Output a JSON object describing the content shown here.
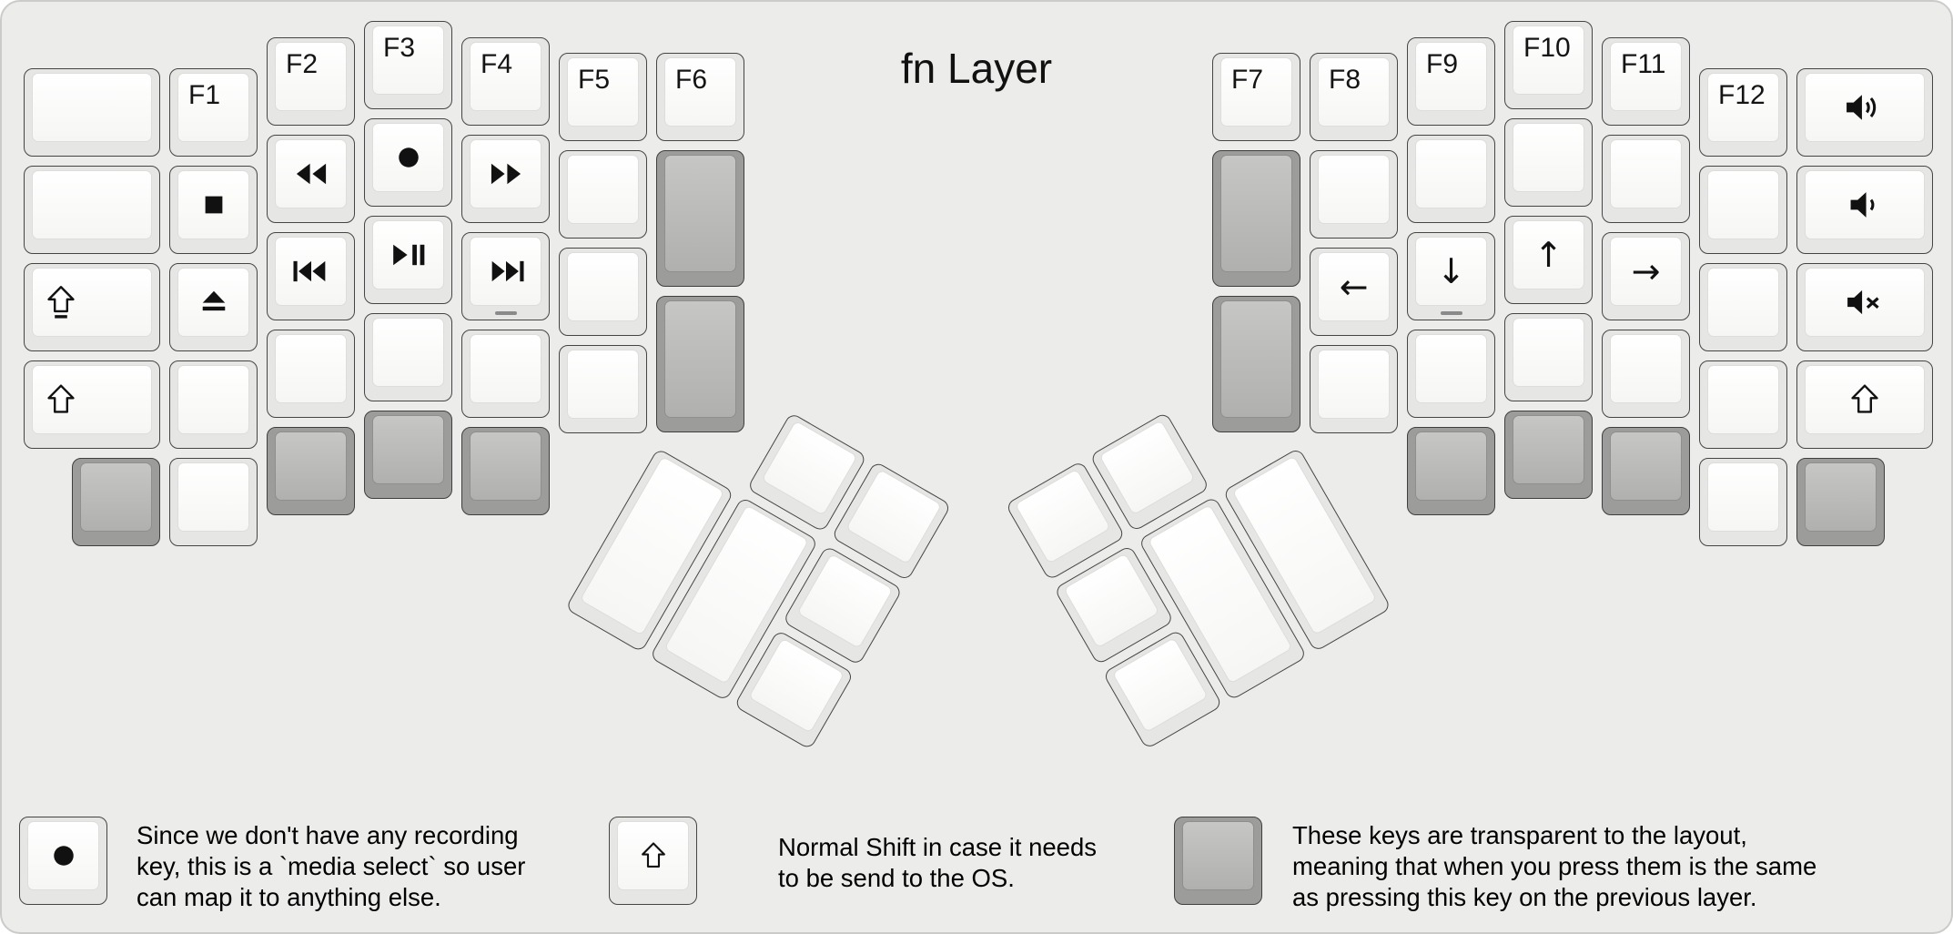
{
  "title": "fn Layer",
  "colors": {
    "background": "#ECECEB",
    "key_white_base": "#E6E6E4",
    "key_white_face": "#FFFFFF",
    "key_gray_base": "#9C9C9A",
    "key_gray_face": "#BDBDBB",
    "legend_text": "#000000"
  },
  "keys": {
    "f1": "F1",
    "f2": "F2",
    "f3": "F3",
    "f4": "F4",
    "f5": "F5",
    "f6": "F6",
    "f7": "F7",
    "f8": "F8",
    "f9": "F9",
    "f10": "F10",
    "f11": "F11",
    "f12": "F12"
  },
  "glyphs": {
    "arrow_left": "←",
    "arrow_down": "↓",
    "arrow_up": "↑",
    "arrow_right": "→"
  },
  "icons": {
    "stop": "⏹",
    "eject": "⏏",
    "rewind": "⏪",
    "media_record": "⏺",
    "fast_forward": "⏩",
    "previous_track": "⏮",
    "play_pause": "⏯",
    "next_track": "⏭",
    "volume_up": "🔊",
    "volume_down": "🔉",
    "mute": "🔇",
    "shift": "⇧",
    "caps_lock": "⇪",
    "transparent_key": "gray-blank-key"
  },
  "legend": {
    "items": [
      {
        "key": "media-record",
        "lines": [
          "Since we don't have any recording",
          "key, this is a `media select` so user",
          "can map it to anything else."
        ]
      },
      {
        "key": "shift",
        "lines": [
          "Normal Shift in case it needs",
          "to be send to the OS."
        ]
      },
      {
        "key": "transparent",
        "lines": [
          "These keys are transparent to the layout,",
          "meaning that when you press them is the same",
          "as pressing this key on the previous layer."
        ]
      }
    ]
  }
}
